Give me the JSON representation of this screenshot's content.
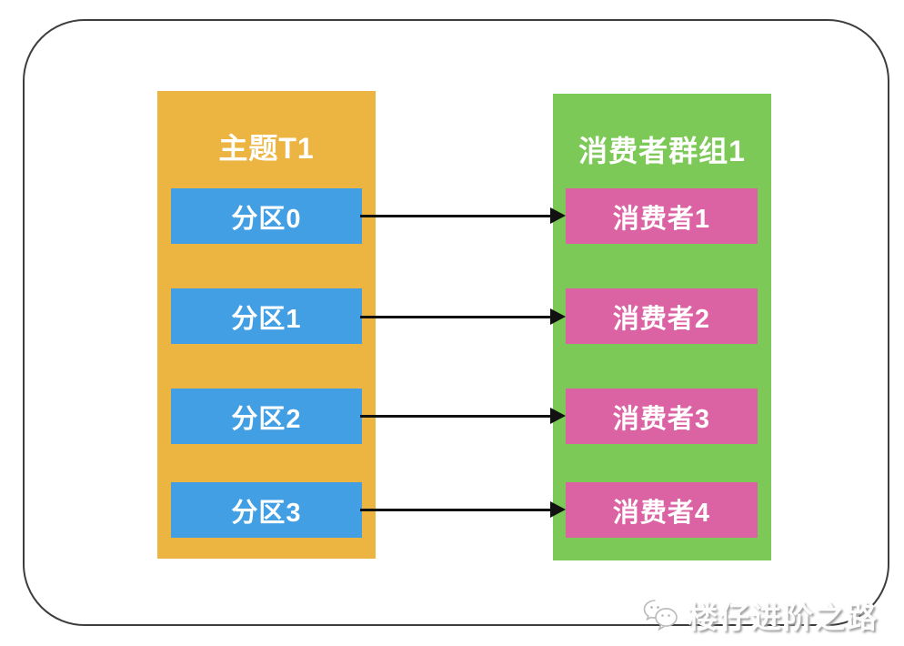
{
  "diagram": {
    "topic": {
      "title": "主题T1",
      "partitions": [
        "分区0",
        "分区1",
        "分区2",
        "分区3"
      ]
    },
    "group": {
      "title": "消费者群组1",
      "consumers": [
        "消费者1",
        "消费者2",
        "消费者3",
        "消费者4"
      ]
    },
    "arrows": [
      {
        "from": "分区0",
        "to": "消费者1"
      },
      {
        "from": "分区1",
        "to": "消费者2"
      },
      {
        "from": "分区2",
        "to": "消费者3"
      },
      {
        "from": "分区3",
        "to": "消费者4"
      }
    ],
    "watermark": {
      "text": "楼仔进阶之路",
      "icon": "wechat-icon"
    },
    "colors": {
      "topic_bg": "#ecb441",
      "partition_bg": "#429fe4",
      "group_bg": "#7dc957",
      "consumer_bg": "#dc63a3",
      "arrow": "#111111",
      "frame_border": "#3d3d3d",
      "label_text": "#ffffff"
    }
  }
}
